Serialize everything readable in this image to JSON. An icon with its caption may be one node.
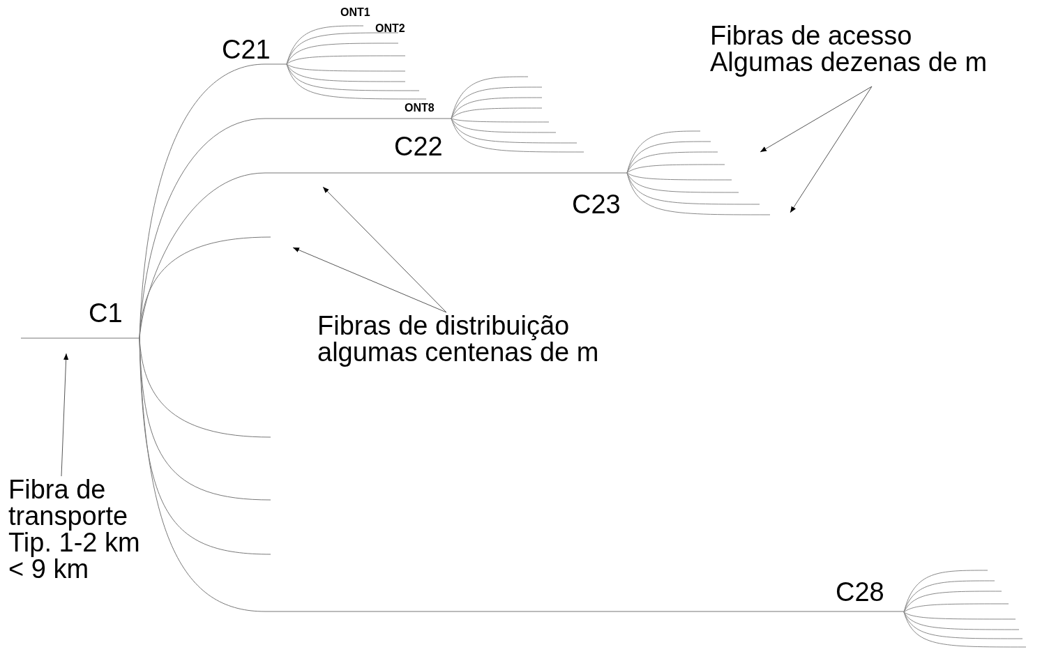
{
  "diagram": {
    "nodes": [
      {
        "text": [
          "C1"
        ]
      },
      {
        "text": [
          "C21"
        ]
      },
      {
        "text": [
          "C22"
        ]
      },
      {
        "text": [
          "C23"
        ]
      },
      {
        "text": [
          "C28"
        ]
      },
      {
        "text": [
          "Fibra de transporte",
          "Tip. 1-2 km",
          "< 9 km"
        ]
      },
      {
        "text": [
          "Fibras de distribuição",
          "algumas centenas de m"
        ]
      },
      {
        "text": [
          "Fibras de acesso",
          "Algumas dezenas de m"
        ]
      }
    ],
    "edges": [
      {
        "from": 0,
        "to": 1,
        "arrow": "none"
      },
      {
        "from": 0,
        "to": 2,
        "arrow": "none"
      },
      {
        "from": 0,
        "to": 3,
        "arrow": "none"
      },
      {
        "from": 0,
        "to": 4,
        "arrow": "none"
      },
      {
        "from": 5,
        "to": null,
        "arrow": "to"
      },
      {
        "from": 6,
        "to": null,
        "arrow": "to"
      },
      {
        "from": 6,
        "to": null,
        "arrow": "to"
      },
      {
        "from": 7,
        "to": 3,
        "arrow": "to"
      },
      {
        "from": 7,
        "to": 3,
        "arrow": "to"
      }
    ],
    "labels": [
      "ONT1",
      "ONT2",
      "ONT8"
    ]
  }
}
